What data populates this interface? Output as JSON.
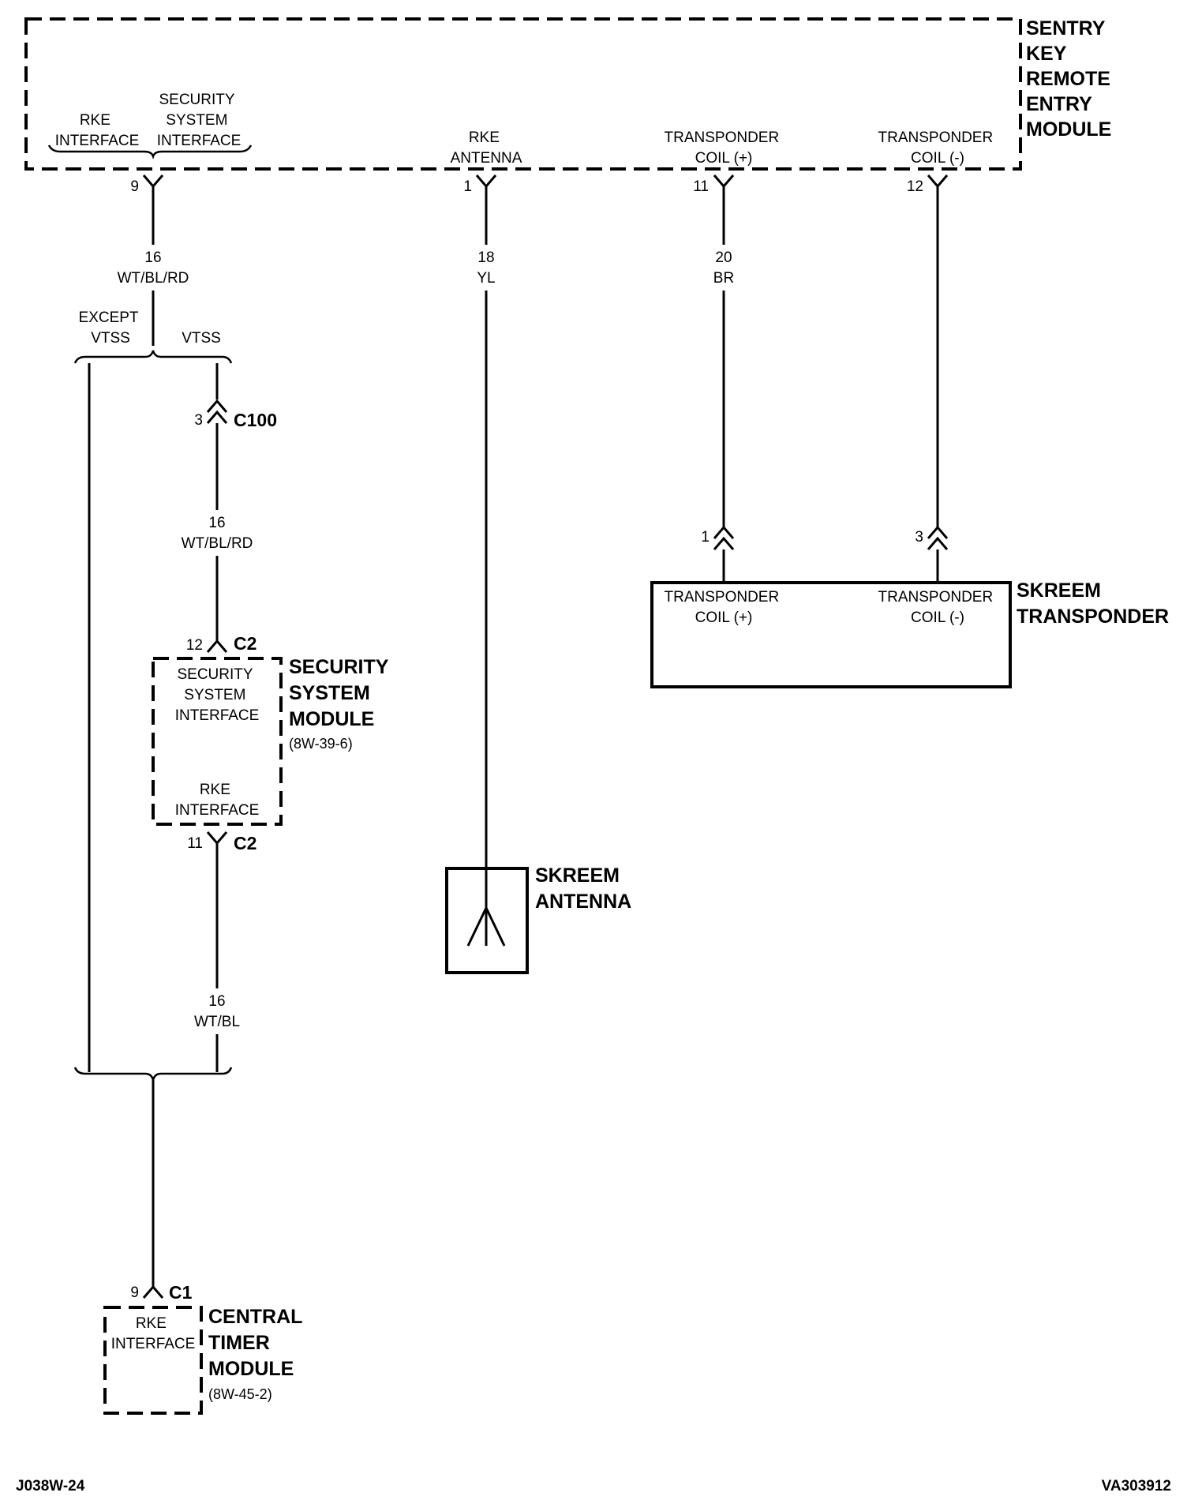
{
  "sentry_module": {
    "name_lines": [
      "SENTRY",
      "KEY",
      "REMOTE",
      "ENTRY",
      "MODULE"
    ],
    "rke_interface": [
      "RKE",
      "INTERFACE"
    ],
    "security_interface": [
      "SECURITY",
      "SYSTEM",
      "INTERFACE"
    ],
    "rke_antenna": [
      "RKE",
      "ANTENNA"
    ],
    "coil_pos": [
      "TRANSPONDER",
      "COIL (+)"
    ],
    "coil_neg": [
      "TRANSPONDER",
      "COIL (-)"
    ],
    "pins": {
      "security": "9",
      "antenna": "1",
      "coil_pos": "11",
      "coil_neg": "12"
    }
  },
  "wires": {
    "w1": {
      "gauge": "16",
      "color": "WT/BL/RD"
    },
    "w2": {
      "gauge": "18",
      "color": "YL"
    },
    "w3": {
      "gauge": "20",
      "color": "BR"
    },
    "w4": {
      "gauge": "16",
      "color": "WT/BL/RD"
    },
    "w5": {
      "gauge": "16",
      "color": "WT/BL"
    }
  },
  "split": {
    "except_lines": [
      "EXCEPT",
      "VTSS"
    ],
    "vtss": "VTSS"
  },
  "c100": {
    "pin": "3",
    "name": "C100"
  },
  "security_module": {
    "name_lines": [
      "SECURITY",
      "SYSTEM",
      "MODULE"
    ],
    "ref": "(8W-39-6)",
    "top_interface": [
      "SECURITY",
      "SYSTEM",
      "INTERFACE"
    ],
    "bottom_interface": [
      "RKE",
      "INTERFACE"
    ],
    "top_pin": "12",
    "top_conn": "C2",
    "bottom_pin": "11",
    "bottom_conn": "C2"
  },
  "transponder": {
    "name_lines": [
      "SKREEM",
      "TRANSPONDER"
    ],
    "coil_pos": [
      "TRANSPONDER",
      "COIL (+)"
    ],
    "coil_neg": [
      "TRANSPONDER",
      "COIL (-)"
    ],
    "pin_pos": "1",
    "pin_neg": "3"
  },
  "antenna": {
    "name_lines": [
      "SKREEM",
      "ANTENNA"
    ]
  },
  "central_timer": {
    "name_lines": [
      "CENTRAL",
      "TIMER",
      "MODULE"
    ],
    "ref": "(8W-45-2)",
    "interface": [
      "RKE",
      "INTERFACE"
    ],
    "pin": "9",
    "conn": "C1"
  },
  "footer": {
    "left": "J038W-24",
    "right": "VA303912"
  }
}
